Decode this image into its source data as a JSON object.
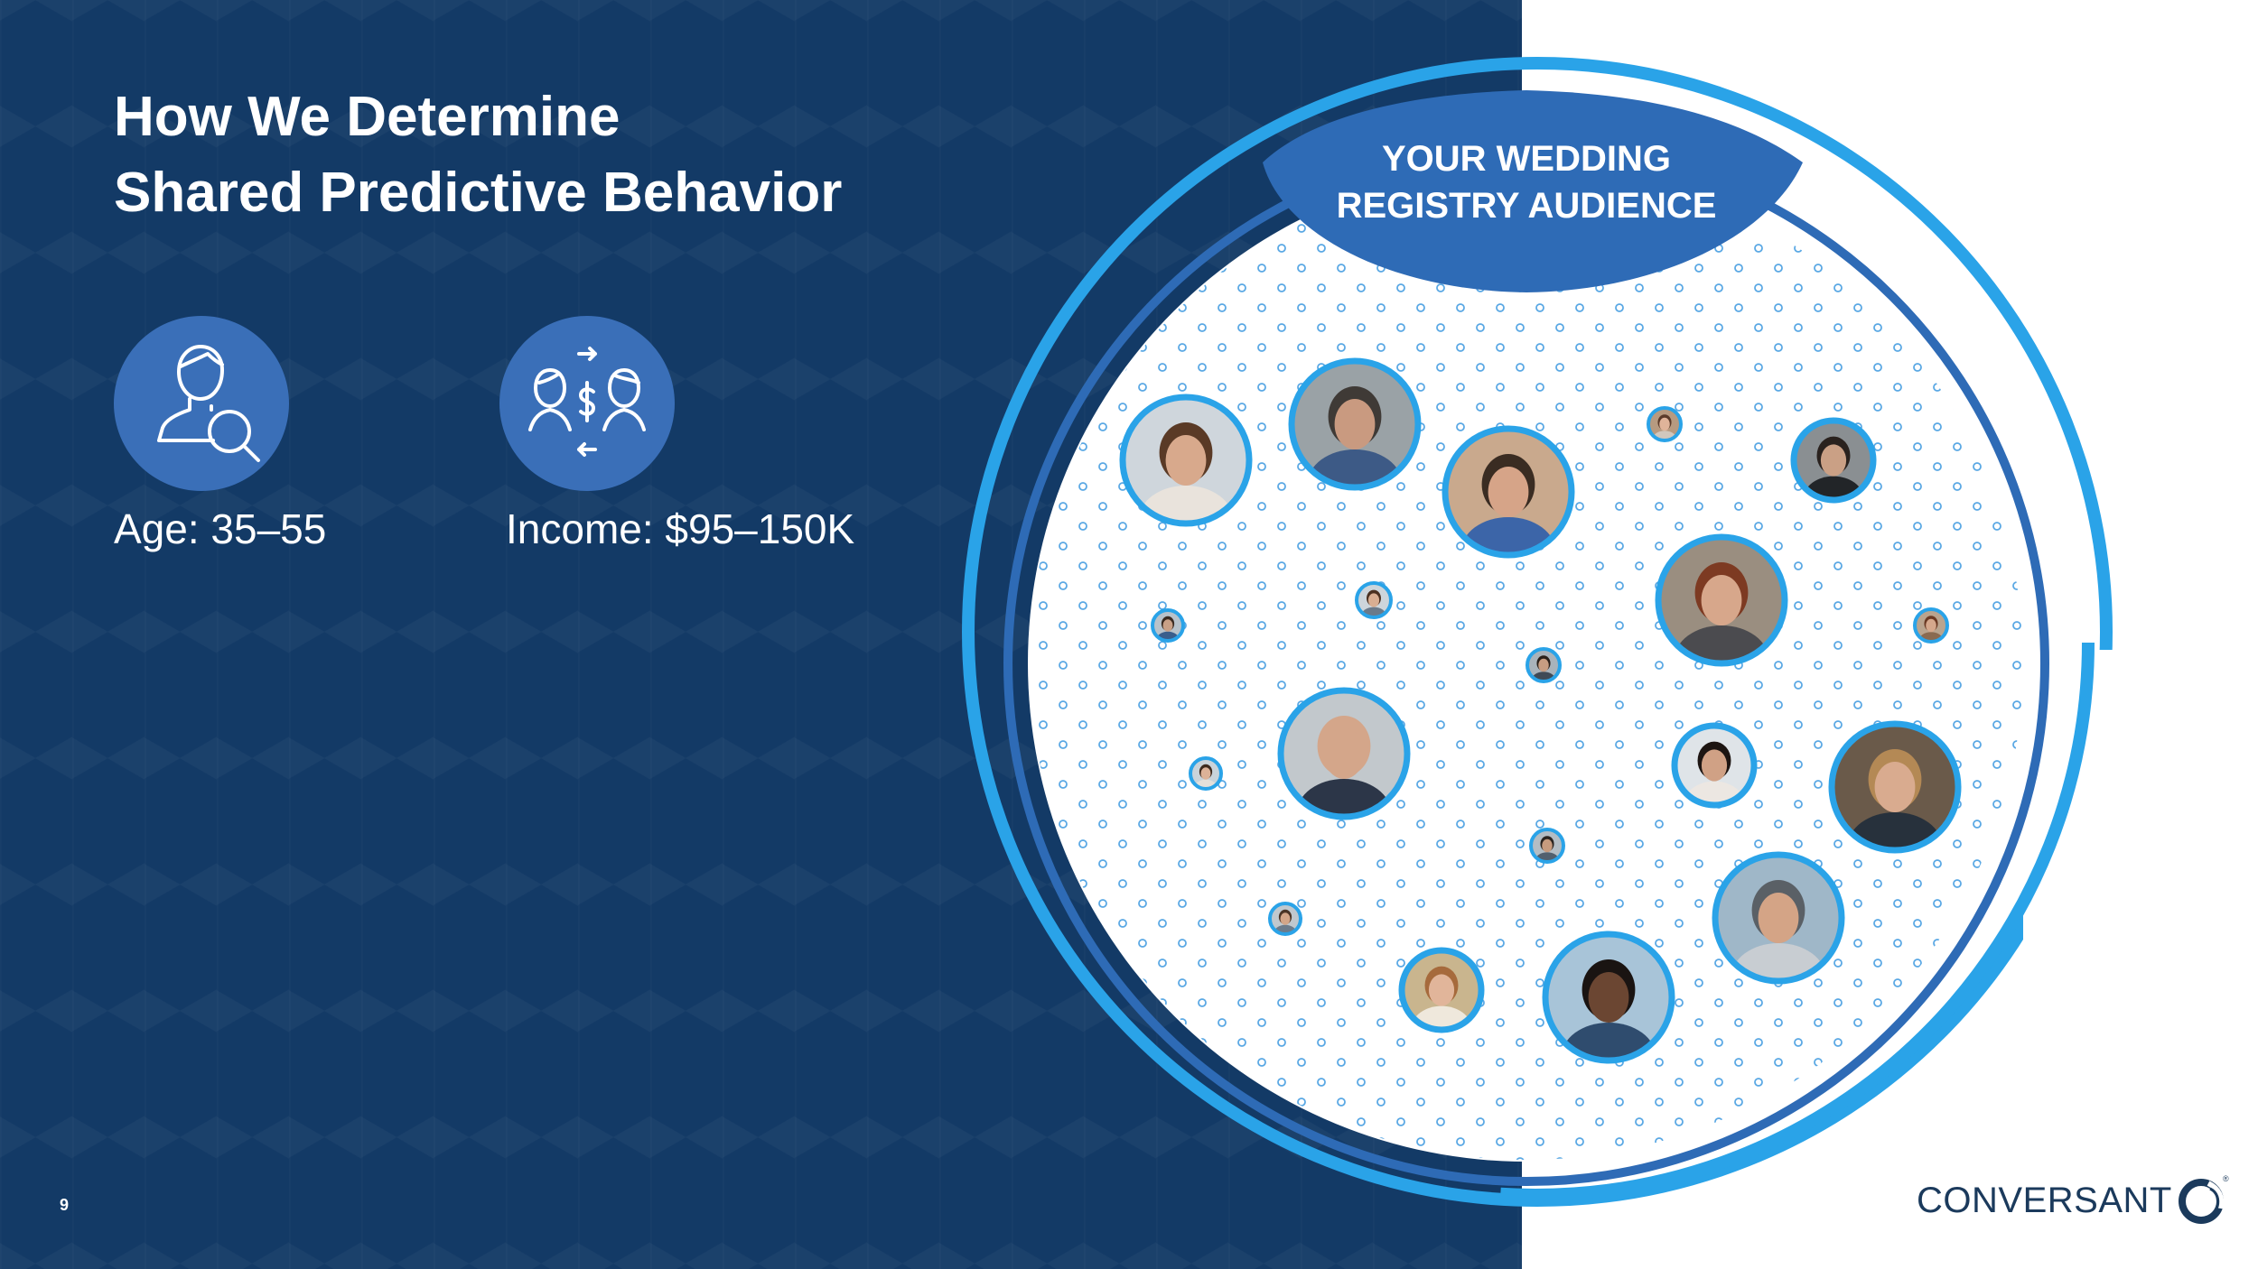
{
  "slide": {
    "title_line1": "How We Determine",
    "title_line2": "Shared Predictive Behavior",
    "page_number": "9"
  },
  "stats": [
    {
      "label": "Age: 35–55",
      "icon": "person-search-icon"
    },
    {
      "label": "Income: $95–150K",
      "icon": "people-exchange-icon"
    }
  ],
  "audience": {
    "label_line1": "YOUR WEDDING",
    "label_line2": "REGISTRY AUDIENCE",
    "people": [
      {
        "name": "woman-curly-hair",
        "skin": "#d8a98c",
        "hair": "#5a3a26",
        "shirt": "#e9e3dc",
        "bg": "#cfd6dc"
      },
      {
        "name": "man-gray-hair",
        "skin": "#c99a80",
        "hair": "#3f3a36",
        "shirt": "#3d5a86",
        "bg": "#9aa2a6"
      },
      {
        "name": "man-glasses-suit",
        "skin": "#d6a488",
        "hair": "#3a2c22",
        "shirt": "#3c65a8",
        "bg": "#c9a98d"
      },
      {
        "name": "woman-small",
        "skin": "#e0b49a",
        "hair": "#5b3b2a",
        "shirt": "#d0c7bd",
        "bg": "#b79a80"
      },
      {
        "name": "man-beard",
        "skin": "#caa085",
        "hair": "#2a221e",
        "shirt": "#222528",
        "bg": "#8a8f92"
      },
      {
        "name": "woman-red-hair",
        "skin": "#d7a78b",
        "hair": "#7d3a22",
        "shirt": "#4b4b4f",
        "bg": "#9a8e80"
      },
      {
        "name": "man-bald-suit",
        "skin": "#d4a68a",
        "hair": "#d4a68a",
        "shirt": "#2c3648",
        "bg": "#c2c8cc"
      },
      {
        "name": "woman-dark-hair",
        "skin": "#d0a185",
        "hair": "#1d1512",
        "shirt": "#ece7e2",
        "bg": "#dfe4e8"
      },
      {
        "name": "woman-blonde",
        "skin": "#d9ab8f",
        "hair": "#b48955",
        "shirt": "#27313c",
        "bg": "#6a5a4a"
      },
      {
        "name": "man-cap-glasses",
        "skin": "#d4a486",
        "hair": "#5a6066",
        "shirt": "#c8cdd2",
        "bg": "#9fb7c8"
      },
      {
        "name": "man-smiling",
        "skin": "#6b4632",
        "hair": "#1a1412",
        "shirt": "#2f4c6e",
        "bg": "#a8c4d8"
      },
      {
        "name": "woman-outdoor",
        "skin": "#e1b59a",
        "hair": "#a66a3c",
        "shirt": "#efe8dc",
        "bg": "#c9b58e"
      },
      {
        "name": "tiny-person-1",
        "skin": "#c9a086",
        "hair": "#3a2a20",
        "shirt": "#3a5e8c",
        "bg": "#b8c2ca"
      },
      {
        "name": "tiny-person-2",
        "skin": "#d8ae92",
        "hair": "#4a3020",
        "shirt": "#6a7a8a",
        "bg": "#cdd5db"
      },
      {
        "name": "tiny-person-3",
        "skin": "#c79d82",
        "hair": "#2a201a",
        "shirt": "#404a56",
        "bg": "#a9b3bb"
      },
      {
        "name": "tiny-person-4",
        "skin": "#d5a88c",
        "hair": "#6a3a24",
        "shirt": "#8a6a50",
        "bg": "#b9a48e"
      },
      {
        "name": "tiny-person-5",
        "skin": "#dcb298",
        "hair": "#3d2a1e",
        "shirt": "#e4e0da",
        "bg": "#c9d3da"
      },
      {
        "name": "tiny-person-6",
        "skin": "#c79b7e",
        "hair": "#2a2420",
        "shirt": "#52606e",
        "bg": "#b3bdc4"
      },
      {
        "name": "tiny-person-7",
        "skin": "#d3a689",
        "hair": "#4a3426",
        "shirt": "#6c7c8c",
        "bg": "#c0c8ce"
      },
      {
        "name": "tiny-person-8",
        "skin": "#cfa184",
        "hair": "#2e241e",
        "shirt": "#38485a",
        "bg": "#aab4bc"
      }
    ]
  },
  "brand": {
    "name": "CONVERSANT",
    "mark": "®",
    "color": "#1b3a5c"
  },
  "colors": {
    "navy": "#133a66",
    "badge": "#3a6fb8",
    "ring": "#2aa3e8",
    "ring_dark": "#2e6bb6"
  }
}
